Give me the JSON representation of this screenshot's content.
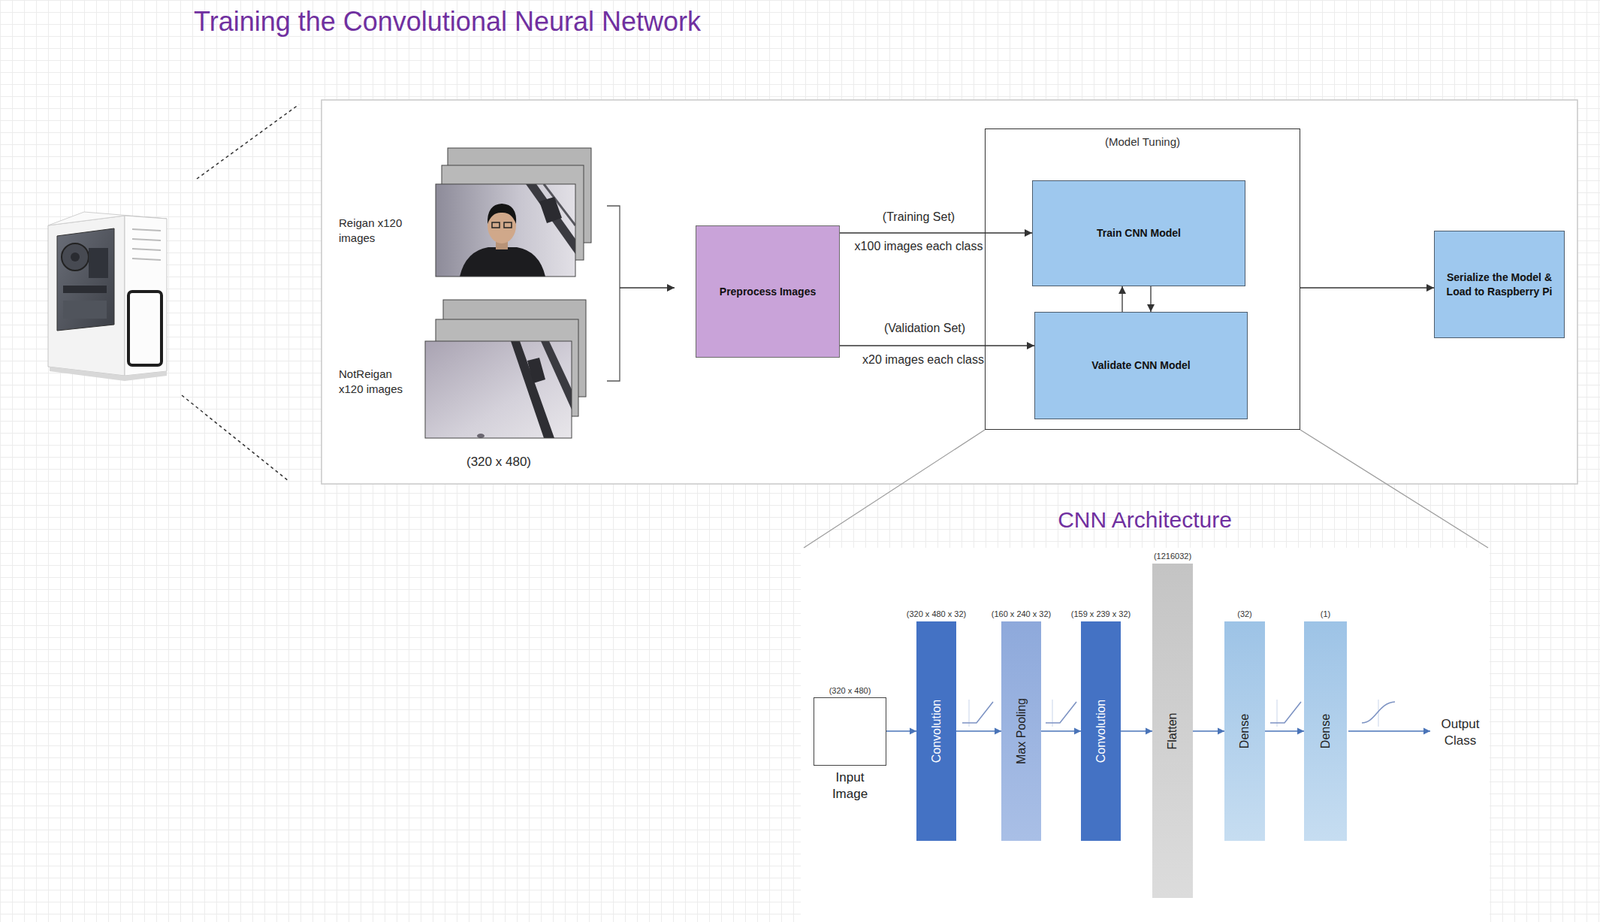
{
  "diagram": {
    "title": "Training the Convolutional Neural Network",
    "nodes": [
      {
        "text": [
          "Preprocess Images"
        ]
      },
      {
        "text": [
          "(Model Tuning)"
        ]
      },
      {
        "text": [
          "Train CNN Model"
        ],
        "in": 1
      },
      {
        "text": [
          "Validate CNN Model"
        ],
        "in": 1
      },
      {
        "text": [
          "Serialize the Model & Load to Raspberry Pi"
        ]
      },
      {
        "text": [
          "(320 x 480)",
          "Input Image"
        ]
      },
      {
        "text": [
          "(320 x 480 x 32)",
          "Convolution"
        ]
      },
      {
        "text": [
          "(160 x 240 x 32)",
          "Max Pooling"
        ]
      },
      {
        "text": [
          "(159 x 239 x 32)",
          "Convolution"
        ]
      },
      {
        "text": [
          "(1216032)",
          "Flatten"
        ]
      },
      {
        "text": [
          "(32)",
          "Dense"
        ]
      },
      {
        "text": [
          "(1)",
          "Dense"
        ]
      }
    ],
    "edges": [
      {
        "from": 0,
        "to": 2,
        "arrow": "to"
      },
      {
        "from": 0,
        "to": 3,
        "arrow": "to"
      },
      {
        "from": 3,
        "to": 2,
        "arrow": "to"
      },
      {
        "from": 2,
        "to": 3,
        "arrow": "to"
      },
      {
        "from": 1,
        "to": 4,
        "arrow": "to"
      },
      {
        "from": 5,
        "to": 6,
        "arrow": "to"
      },
      {
        "from": 6,
        "to": 7,
        "arrow": "to"
      },
      {
        "from": 7,
        "to": 8,
        "arrow": "to"
      },
      {
        "from": 8,
        "to": 9,
        "arrow": "to"
      },
      {
        "from": 9,
        "to": 10,
        "arrow": "to"
      },
      {
        "from": 10,
        "to": 11,
        "arrow": "to"
      }
    ],
    "labels": [
      "Reigan x120 images",
      "NotReigan x120 images",
      "(320 x 480)",
      "(Training Set)",
      "x100 images each class",
      "(Validation Set)",
      "x20 images each class",
      "CNN Architecture",
      "Output Class"
    ]
  }
}
